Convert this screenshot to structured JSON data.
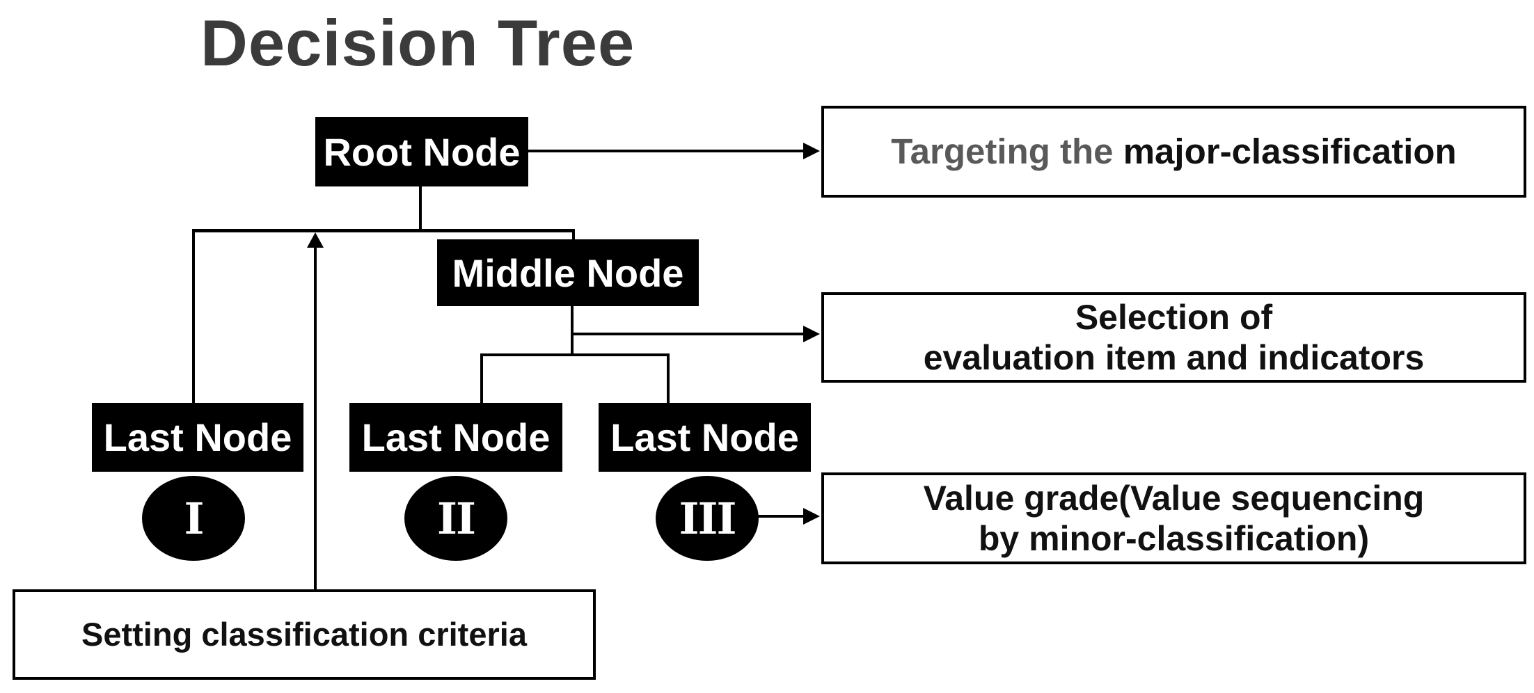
{
  "title": "Decision Tree",
  "colors": {
    "node_bg": "#000000",
    "node_text": "#ffffff",
    "box_border": "#000000",
    "title_text": "#3b3b3b",
    "muted_text": "#595959",
    "body_text": "#111111",
    "background": "#ffffff"
  },
  "tree": {
    "root": {
      "label": "Root Node"
    },
    "middle": {
      "label": "Middle Node"
    },
    "last_nodes": [
      {
        "label": "Last Node",
        "numeral": "I"
      },
      {
        "label": "Last Node",
        "numeral": "II"
      },
      {
        "label": "Last Node",
        "numeral": "III"
      }
    ]
  },
  "annotations": {
    "targeting": {
      "muted": "Targeting the",
      "strong": "major-classification"
    },
    "selection": {
      "line1": "Selection of",
      "line2": "evaluation item and indicators"
    },
    "value_grade": {
      "line1": "Value grade(Value sequencing",
      "line2": "by minor-classification)"
    },
    "setting": {
      "label": "Setting classification criteria"
    }
  }
}
